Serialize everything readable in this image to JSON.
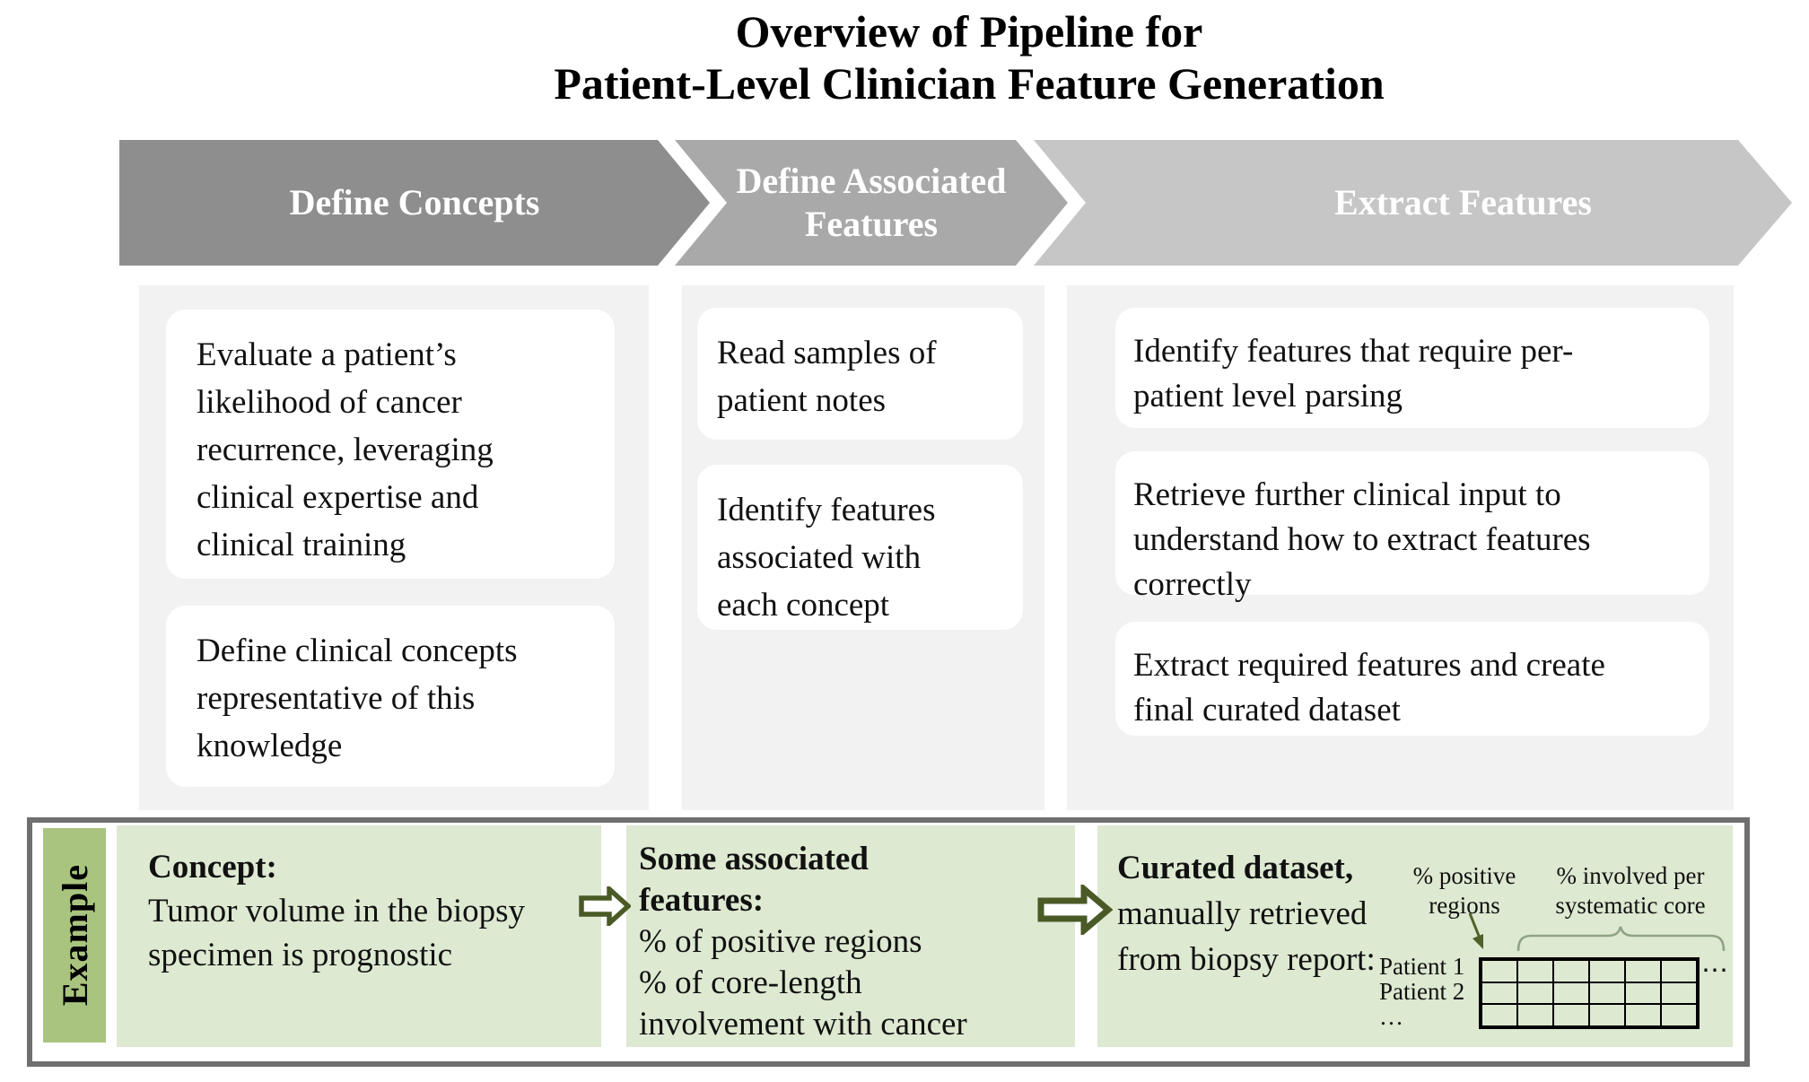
{
  "title": {
    "line1": "Overview of Pipeline for",
    "line2": "Patient-Level Clinician Feature Generation"
  },
  "steps": [
    {
      "lines": [
        "Define Concepts"
      ]
    },
    {
      "lines": [
        "Define Associated",
        "Features"
      ]
    },
    {
      "lines": [
        "Extract Features"
      ]
    }
  ],
  "columns": [
    {
      "boxes": [
        {
          "lines": [
            "Evaluate a patient’s",
            "likelihood of cancer",
            "recurrence, leveraging",
            "clinical expertise and",
            "clinical training"
          ]
        },
        {
          "lines": [
            "Define clinical concepts",
            "representative of this",
            "knowledge"
          ]
        }
      ]
    },
    {
      "boxes": [
        {
          "lines": [
            "Read samples of",
            "patient notes"
          ]
        },
        {
          "lines": [
            "Identify features",
            "associated with",
            "each concept"
          ]
        }
      ]
    },
    {
      "boxes": [
        {
          "lines": [
            "Identify features that require per-",
            "patient level parsing"
          ]
        },
        {
          "lines": [
            "Retrieve further clinical input to",
            "understand how to extract features",
            "correctly"
          ]
        },
        {
          "lines": [
            "Extract required features and create",
            "final curated dataset"
          ]
        }
      ]
    }
  ],
  "example": {
    "label": "Example",
    "concept": {
      "heading": "Concept:",
      "lines": [
        "Tumor volume in the biopsy",
        "specimen is prognostic"
      ]
    },
    "features": {
      "heading_line1": "Some associated",
      "heading_line2": "features:",
      "lines": [
        "% of positive regions",
        "% of core-length",
        "involvement with cancer"
      ]
    },
    "dataset": {
      "heading": "Curated dataset,",
      "lines": [
        "manually retrieved",
        "from biopsy report:"
      ],
      "col_label_1": {
        "line1": "% positive",
        "line2": "regions"
      },
      "col_label_2": {
        "line1": "% involved per",
        "line2": "systematic core"
      },
      "row_labels": [
        "Patient 1",
        "Patient 2",
        "…"
      ],
      "right_ellipsis": "⋯",
      "grid": {
        "rows": 3,
        "cols": 6
      }
    }
  },
  "colors": {
    "step1_fill": "#8e8e8e",
    "step2_fill": "#a9a9a9",
    "step3_fill": "#c6c6c6",
    "panel_bg": "#f2f2f2",
    "card_bg": "#ffffff",
    "example_border": "#6f6f6f",
    "example_label_bg": "#a9c47f",
    "example_box_bg": "#dde9d1",
    "arrow_outline": "#4a5a26",
    "brace_green": "#8fa585",
    "text": "#000000"
  }
}
